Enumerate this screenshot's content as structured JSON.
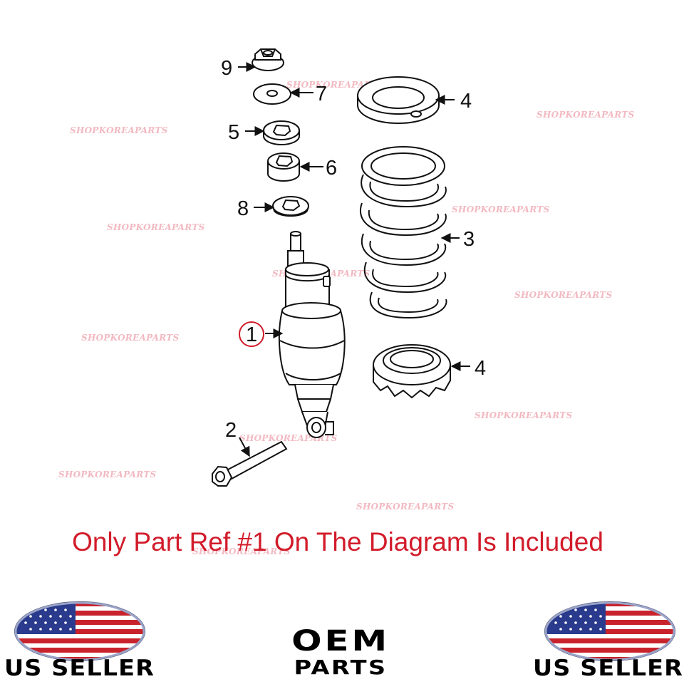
{
  "callouts": {
    "c1": "1",
    "c2": "2",
    "c3": "3",
    "c4a": "4",
    "c4b": "4",
    "c5": "5",
    "c6": "6",
    "c7": "7",
    "c8": "8",
    "c9": "9"
  },
  "watermark": {
    "text": "SHOPKOREAPARTS",
    "color": "#f2b9c1"
  },
  "notice": {
    "text": "Only Part Ref #1 On The Diagram Is Included",
    "color": "#d21b2a"
  },
  "badges": {
    "left_label": "US SELLER",
    "right_label": "US SELLER",
    "flag_icon": "us-flag-oval-icon"
  },
  "brand": {
    "line1": "OEM",
    "line2": "PARTS"
  },
  "highlight_color": "#d21b2a"
}
